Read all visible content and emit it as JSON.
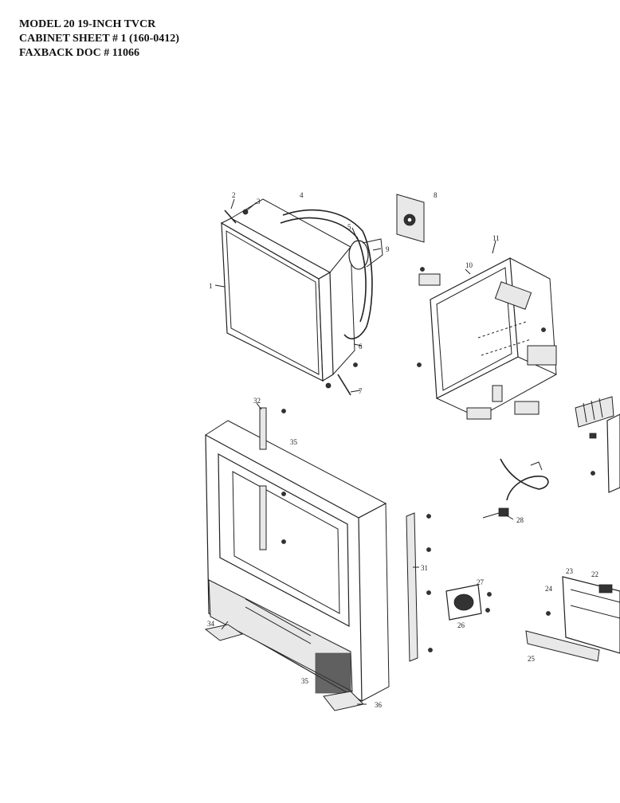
{
  "header": {
    "line1": "MODEL 20 19-INCH TVCR",
    "line2": "CABINET SHEET # 1  (160-0412)",
    "line3": "FAXBACK DOC # 11066"
  },
  "callouts": [
    {
      "id": "1"
    },
    {
      "id": "2"
    },
    {
      "id": "3"
    },
    {
      "id": "4"
    },
    {
      "id": "5"
    },
    {
      "id": "6"
    },
    {
      "id": "7"
    },
    {
      "id": "8"
    },
    {
      "id": "9"
    },
    {
      "id": "10"
    },
    {
      "id": "11"
    },
    {
      "id": "22"
    },
    {
      "id": "23"
    },
    {
      "id": "24"
    },
    {
      "id": "25"
    },
    {
      "id": "26"
    },
    {
      "id": "27"
    },
    {
      "id": "28"
    },
    {
      "id": "31"
    },
    {
      "id": "32"
    },
    {
      "id": "34"
    },
    {
      "id": "35"
    },
    {
      "id": "35"
    },
    {
      "id": "36"
    }
  ]
}
